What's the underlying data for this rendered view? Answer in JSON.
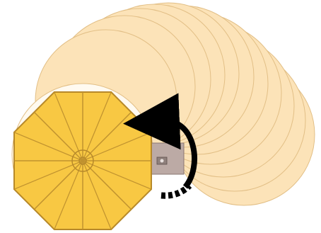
{
  "diagram": {
    "subject": "umbrella-rotation",
    "ghost_canopy_count": 11,
    "rotation_direction": "counter-clockwise",
    "colors": {
      "ghost_fill": "#fce3b8",
      "ghost_stroke": "#e2bf86",
      "ghost_halo": "#fffaf0",
      "canopy_fill": "#f8c843",
      "canopy_stroke": "#b7892a",
      "rib_stroke": "#c0922f",
      "arm_fill": "#bcaaa5",
      "arm_stroke": "#8a7772",
      "pivot_fill": "#8f807c",
      "arrow_color": "#000000"
    },
    "icons": {
      "rotation_arrow": "curved-arrow-icon",
      "pivot": "pivot-joint-icon"
    }
  }
}
